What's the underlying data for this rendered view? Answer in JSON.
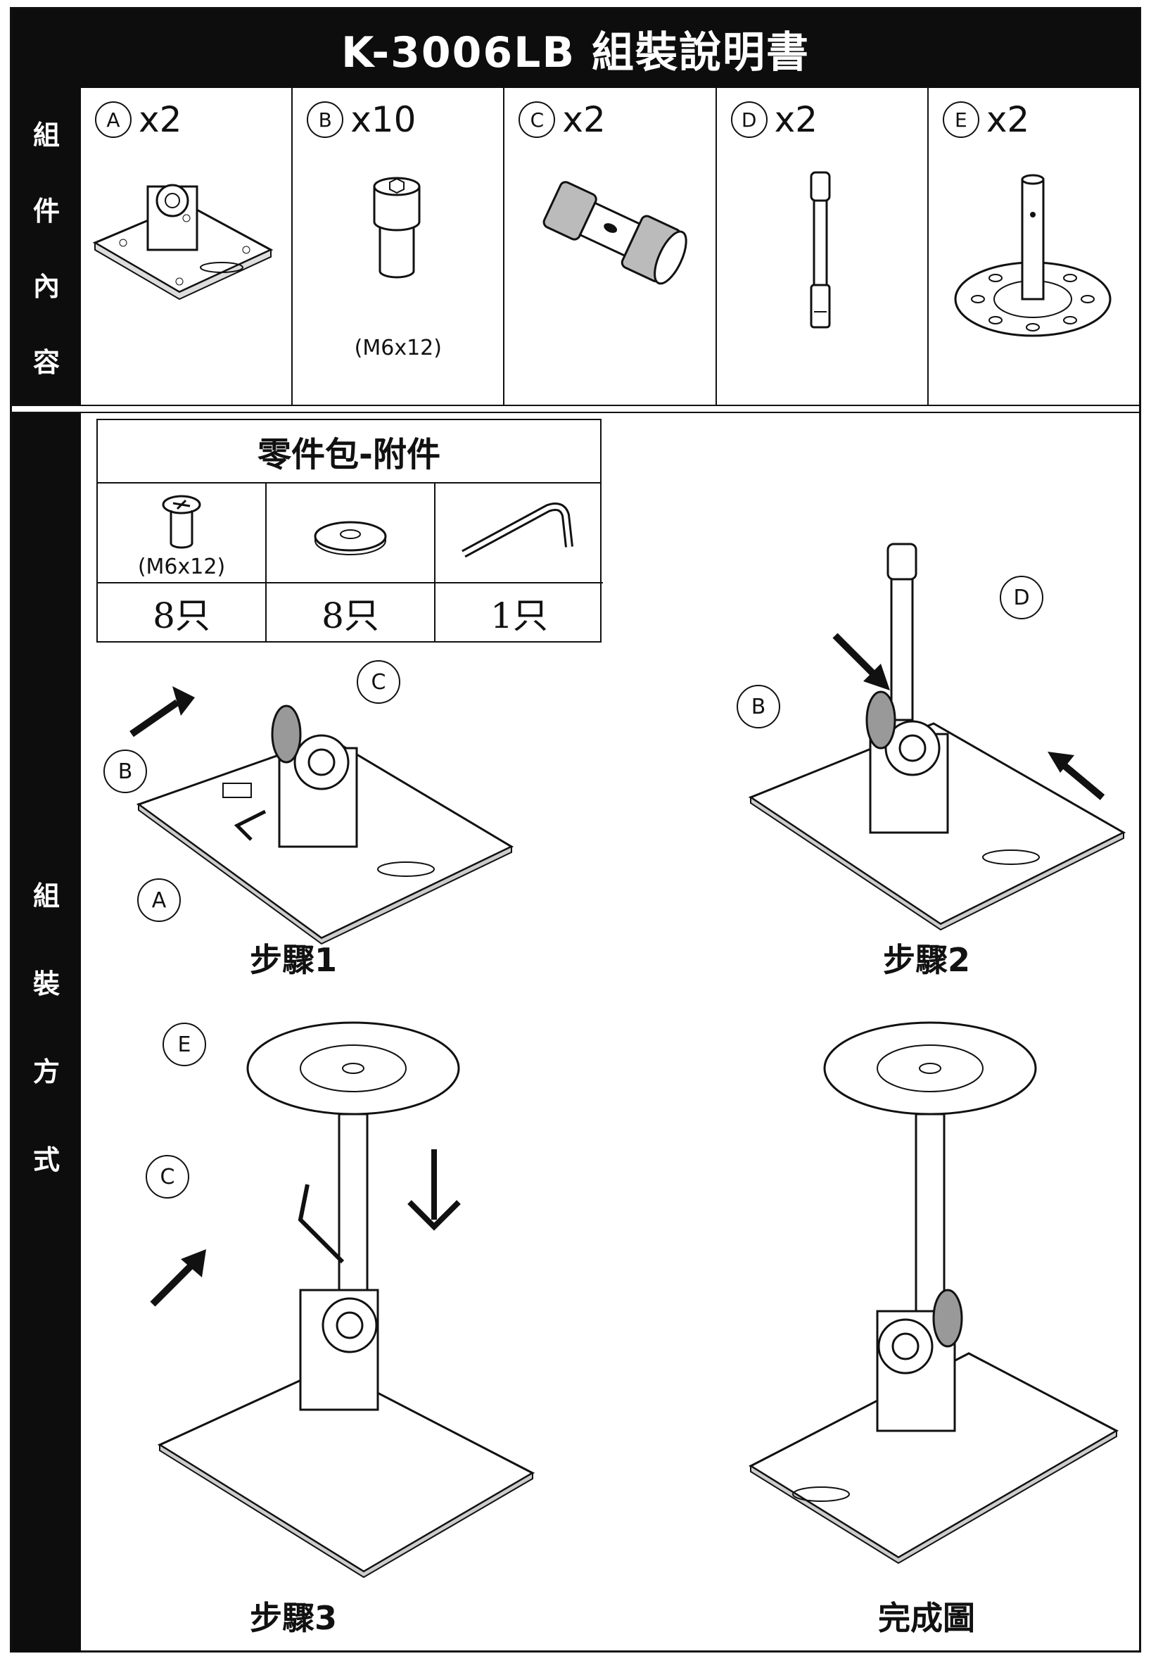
{
  "title": "K-3006LB 組裝說明書",
  "sections": {
    "parts_label": [
      "組",
      "件",
      "內",
      "容"
    ],
    "assembly_label": [
      "組",
      "裝",
      "方",
      "式"
    ]
  },
  "parts": [
    {
      "letter": "A",
      "qty": "x2",
      "icon": "mounting-base-plate-icon",
      "spec": ""
    },
    {
      "letter": "B",
      "qty": "x10",
      "icon": "hex-socket-screw-icon",
      "spec": "(M6x12)"
    },
    {
      "letter": "C",
      "qty": "x2",
      "icon": "knurled-coupler-icon",
      "spec": ""
    },
    {
      "letter": "D",
      "qty": "x2",
      "icon": "extension-rod-icon",
      "spec": ""
    },
    {
      "letter": "E",
      "qty": "x2",
      "icon": "flange-mount-icon",
      "spec": ""
    }
  ],
  "accessory_pack": {
    "title": "零件包-附件",
    "items": [
      {
        "icon": "phillips-screw-icon",
        "spec": "(M6x12)",
        "count": "8只"
      },
      {
        "icon": "washer-icon",
        "spec": "",
        "count": "8只"
      },
      {
        "icon": "hex-key-icon",
        "spec": "",
        "count": "1只"
      }
    ]
  },
  "steps": {
    "step1": {
      "caption": "步驟1",
      "callouts": [
        "C",
        "B",
        "A"
      ]
    },
    "step2": {
      "caption": "步驟2",
      "callouts": [
        "D",
        "B"
      ]
    },
    "step3": {
      "caption": "步驟3",
      "callouts": [
        "E",
        "C"
      ]
    },
    "complete": {
      "caption": "完成圖"
    }
  }
}
